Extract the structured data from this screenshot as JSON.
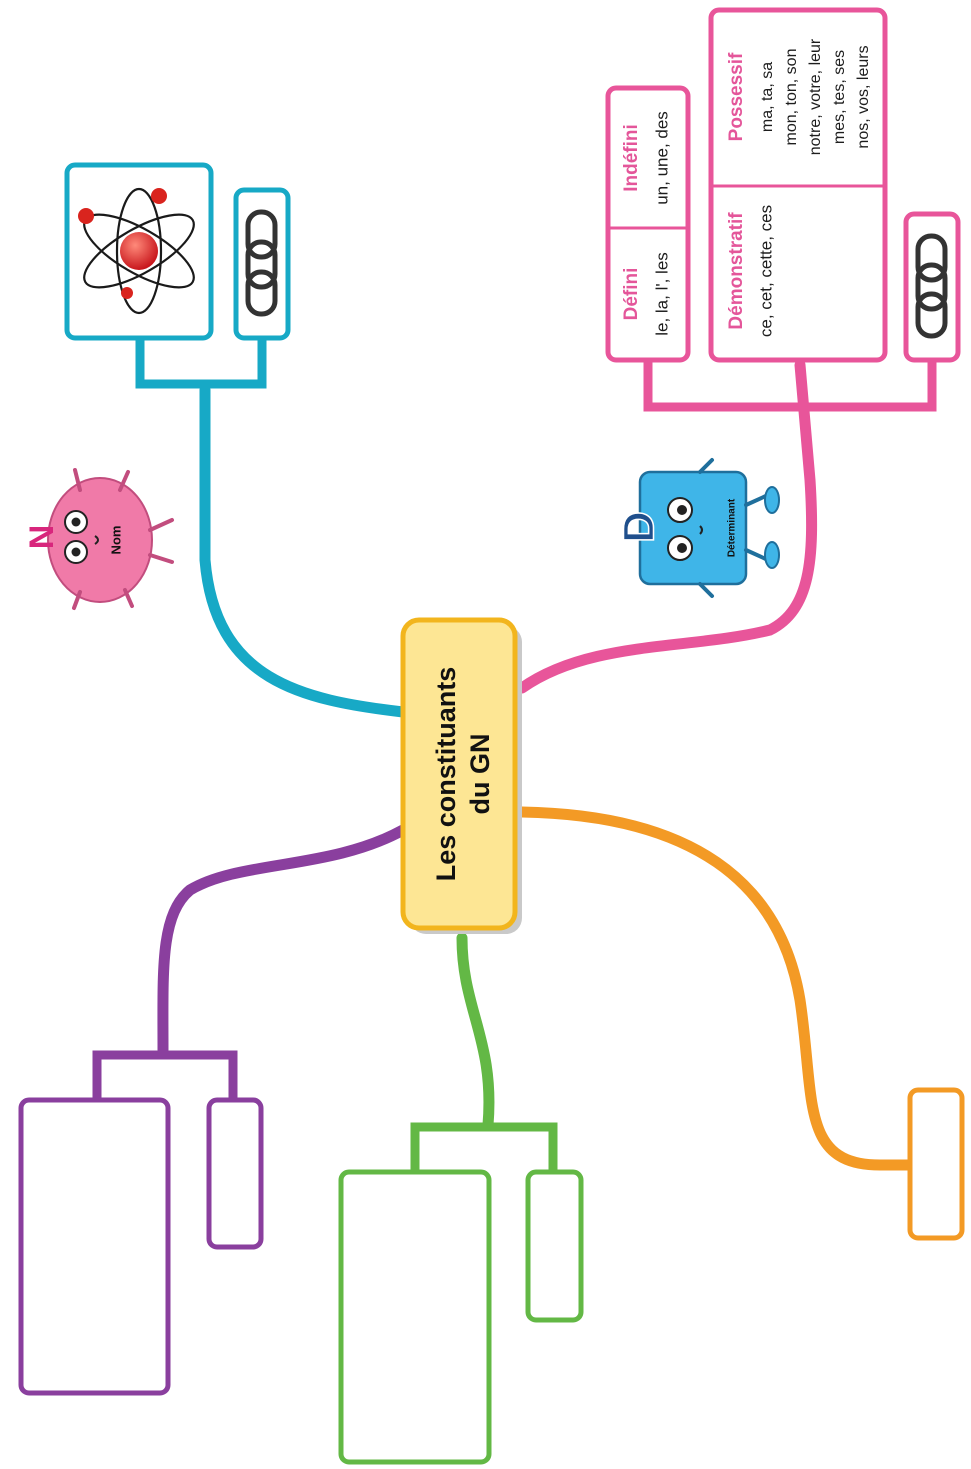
{
  "center": {
    "line1": "Les constituants",
    "line2": "du GN"
  },
  "colors": {
    "nom_branch": "#17a9c6",
    "determinant_branch": "#e8559a",
    "orange_branch": "#f39a25",
    "green_branch": "#63b845",
    "purple_branch": "#8a3f9e",
    "center_fill": "#fde694",
    "center_border": "#f2b51d"
  },
  "nom": {
    "mascot_label": "Nom",
    "mascot_letter": "N",
    "icons": [
      "atom-icon",
      "chain-link-icon"
    ]
  },
  "determinant": {
    "mascot_label": "Déterminant",
    "mascot_letter": "D",
    "articles": {
      "defini": {
        "title": "Défini",
        "items": "le, la, l', les"
      },
      "indefini": {
        "title": "Indéfini",
        "items": "un, une, des"
      }
    },
    "demonstratif": {
      "title": "Démonstratif",
      "items": "ce, cet, cette, ces"
    },
    "possessif": {
      "title": "Possessif",
      "lines": [
        "ma, ta, sa",
        "mon, ton, son",
        "notre, votre, leur",
        "mes, tes, ses",
        "nos, vos, leurs"
      ]
    },
    "icons": [
      "chain-link-icon"
    ]
  }
}
